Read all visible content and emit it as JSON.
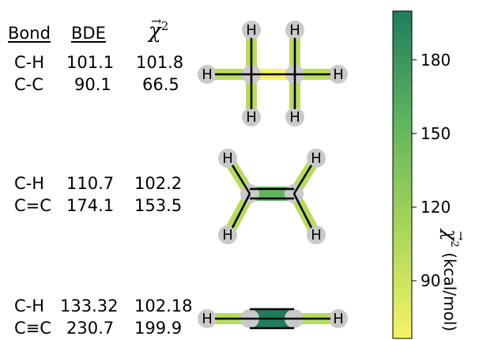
{
  "headers": {
    "bond": "Bond",
    "bde": "BDE",
    "chi": "χ",
    "chi_sup": "2",
    "arrow": "→"
  },
  "tables": [
    {
      "rows": [
        {
          "bond": "C-H",
          "bde": "101.1",
          "chi": "101.8"
        },
        {
          "bond": "C-C",
          "bde": "90.1",
          "chi": "66.5"
        }
      ]
    },
    {
      "rows": [
        {
          "bond": "C-H",
          "bde": "110.7",
          "chi": "102.2"
        },
        {
          "bond": "C=C",
          "bde": "174.1",
          "chi": "153.5"
        }
      ]
    },
    {
      "rows": [
        {
          "bond": "C-H",
          "bde": "133.32",
          "chi": "102.18"
        },
        {
          "bond": "C≡C",
          "bde": "230.7",
          "chi": "199.9"
        }
      ]
    }
  ],
  "atom_label_h": "H",
  "colorbar": {
    "ticks": [
      "90",
      "120",
      "150",
      "180"
    ],
    "tick_values": [
      90,
      120,
      150,
      180
    ],
    "range": [
      66.5,
      199.9
    ],
    "title_unit": "(kcal/mol)",
    "colors": [
      "#f6f366",
      "#a9d55a",
      "#5fb45f",
      "#1f7d5e"
    ]
  },
  "molecules": {
    "ethane": {
      "chi_ch": 101.8,
      "chi_cc": 66.5
    },
    "ethylene": {
      "chi_ch": 102.2,
      "chi_cc": 153.5
    },
    "acetylene": {
      "chi_ch": 102.18,
      "chi_cc": 199.9
    }
  }
}
